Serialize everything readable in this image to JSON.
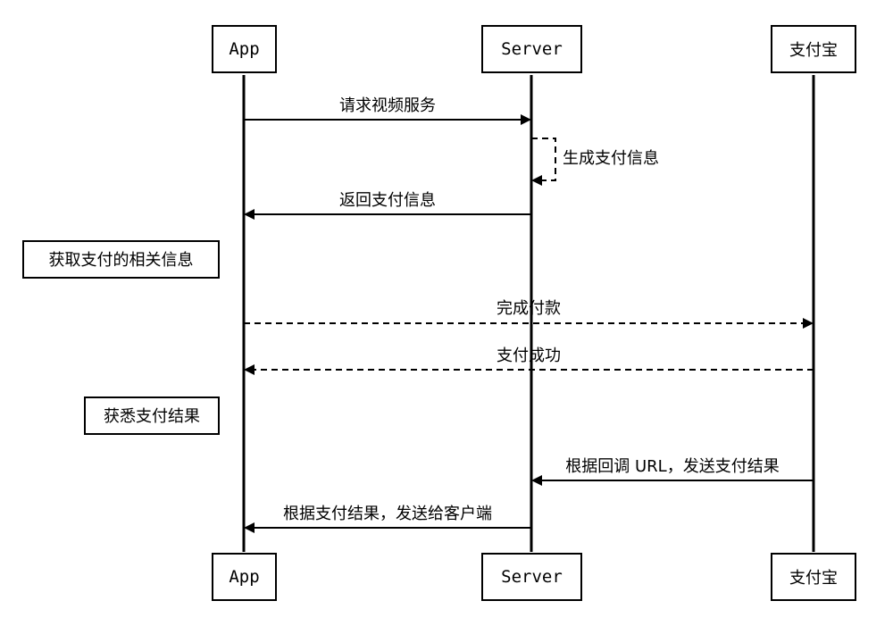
{
  "participants": {
    "app": "App",
    "server": "Server",
    "alipay": "支付宝"
  },
  "messages": {
    "m1": "请求视频服务",
    "m2": "生成支付信息",
    "m3": "返回支付信息",
    "m4": "完成付款",
    "m5": "支付成功",
    "m6": "根据回调 URL，发送支付结果",
    "m7": "根据支付结果，发送给客户端"
  },
  "notes": {
    "n1": "获取支付的相关信息",
    "n2": "获悉支付结果"
  }
}
